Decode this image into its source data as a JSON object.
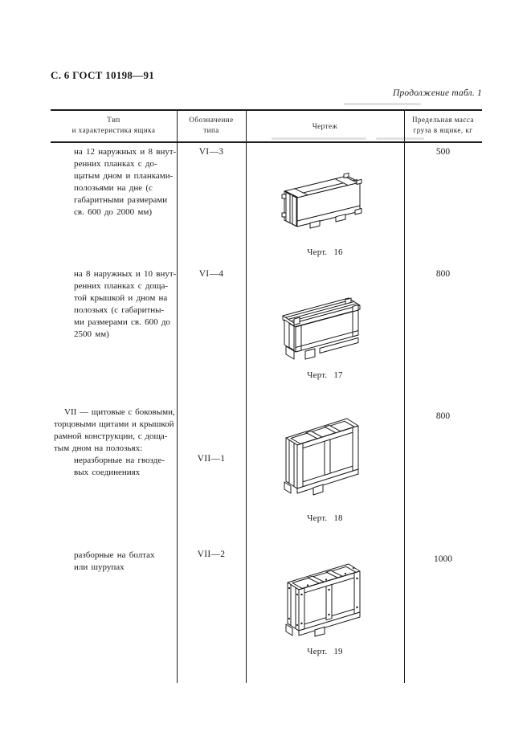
{
  "page_header": "С. 6 ГОСТ 10198—91",
  "continuation_note": "Продолжение табл. 1",
  "colors": {
    "ink": "#1b1b1b",
    "paper": "#ffffff"
  },
  "table": {
    "columns": {
      "type": "Тип\nи характеристика ящика",
      "designation": "Обозначение\nтипа",
      "drawing": "Чертеж",
      "mass": "Предельная масса\nгруза в ящике, кг"
    },
    "rows": [
      {
        "description": "на 12 наружных и 8 внут-\nренних планках с до-\nщатым дном и планками-\nполозьями на дне (с\nгабаритными размерами\nсв. 600 до 2000 мм)",
        "designation": "VI—3",
        "drawing_caption": "Черт. 16",
        "mass_kg": "500"
      },
      {
        "description": "на 8 наружных и 10 внут-\nренних планках с доща-\nтой крышкой и дном на\nполозьях (с габаритны-\nми размерами св. 600 до\n2500 мм)",
        "designation": "VI—4",
        "drawing_caption": "Черт. 17",
        "mass_kg": "800"
      },
      {
        "group_heading": "VII — щитовые с боковыми,\nторцовыми щитами и крышкой\nрамной конструкции, с доща-\nтым дном на полозьях:",
        "description": "неразборные на гвозде-\nвых соединениях",
        "designation": "VII—1",
        "drawing_caption": "Черт. 18",
        "mass_kg": "800"
      },
      {
        "description": "разборные на болтах\nили шурупах",
        "designation": "VII—2",
        "drawing_caption": "Черт. 19",
        "mass_kg": "1000"
      }
    ]
  }
}
